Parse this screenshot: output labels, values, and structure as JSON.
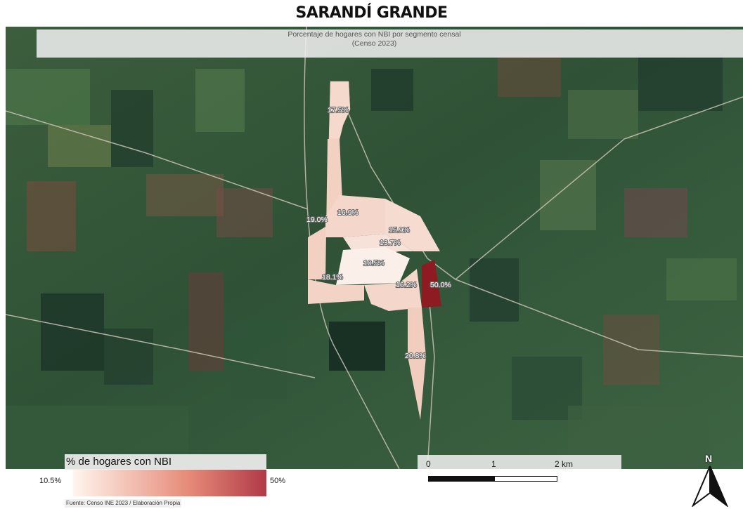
{
  "title": "SARANDÍ GRANDE",
  "subtitle_line1": "Porcentaje de hogares con NBI por segmento censal",
  "subtitle_line2": "(Censo 2023)",
  "segments": [
    {
      "label": "17.5%",
      "value": 17.5
    },
    {
      "label": "19.0%",
      "value": 19.0
    },
    {
      "label": "16.9%",
      "value": 16.9
    },
    {
      "label": "15.9%",
      "value": 15.9
    },
    {
      "label": "13.7%",
      "value": 13.7
    },
    {
      "label": "10.5%",
      "value": 10.5
    },
    {
      "label": "18.1%",
      "value": 18.1
    },
    {
      "label": "16.2%",
      "value": 16.2
    },
    {
      "label": "50.0%",
      "value": 50.0
    },
    {
      "label": "20.8%",
      "value": 20.8
    }
  ],
  "legend": {
    "title": "% de hogares con NBI",
    "min_label": "10.5%",
    "max_label": "50%",
    "ramp_colors": [
      "#fff5ee",
      "#e68a78",
      "#b03a48"
    ]
  },
  "scalebar": {
    "ticks": [
      "0",
      "1",
      "2 km"
    ]
  },
  "north_label": "N",
  "source": "Fuente: Censo INE 2023 / Elaboración Propia",
  "colors": {
    "low": "#f6e3da",
    "mid": "#eeb9a6",
    "high": "#8e1a22",
    "terrain_dark": "#2d4a34",
    "terrain_mid": "#3f6b45"
  },
  "icons": {
    "north": "north-arrow-icon"
  }
}
